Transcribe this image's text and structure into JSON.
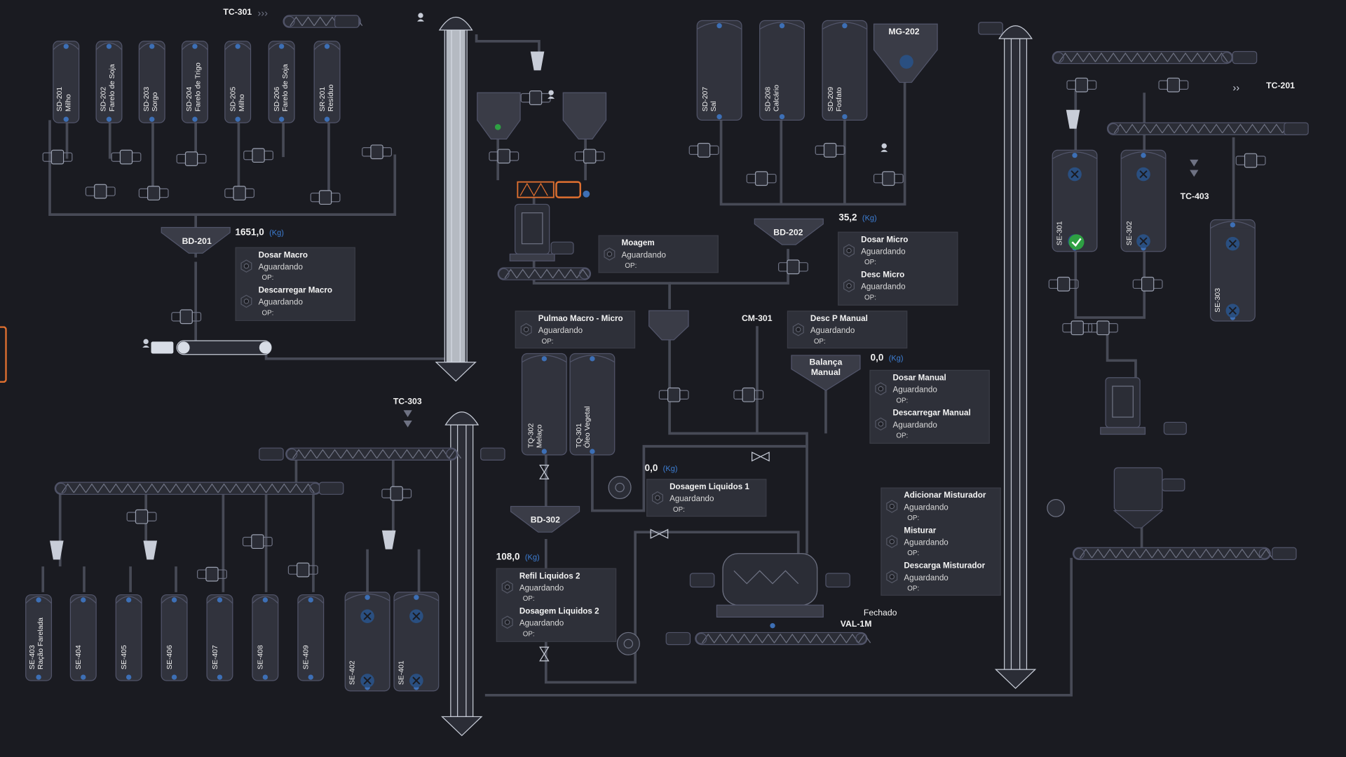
{
  "conveyor_labels": {
    "tc301": "TC-301",
    "tc303": "TC-303",
    "tc201": "TC-201",
    "tc403": "TC-403"
  },
  "silos_top": [
    {
      "code": "SD-201",
      "name": "Milho"
    },
    {
      "code": "SD-202",
      "name": "Farelo de Soja"
    },
    {
      "code": "SD-203",
      "name": "Sorgo"
    },
    {
      "code": "SD-204",
      "name": "Farelo de Trigo"
    },
    {
      "code": "SD-205",
      "name": "Milho"
    },
    {
      "code": "SD-206",
      "name": "Farelo de Soja"
    },
    {
      "code": "SR-201",
      "name": "Resíduo"
    },
    {
      "code": "SD-207",
      "name": "Sal"
    },
    {
      "code": "SD-208",
      "name": "Calcário"
    },
    {
      "code": "SD-209",
      "name": "Fosfato"
    }
  ],
  "tanks": [
    {
      "code": "TQ-302",
      "name": "Melaço"
    },
    {
      "code": "TQ-301",
      "name": "Óleo Vegetal"
    }
  ],
  "silos_se_right": [
    {
      "code": "SE-301"
    },
    {
      "code": "SE-302"
    },
    {
      "code": "SE-303"
    }
  ],
  "silos_se_bottom": [
    {
      "code": "SE-403",
      "name": "Ração Farelada"
    },
    {
      "code": "SE-404",
      "name": ""
    },
    {
      "code": "SE-405",
      "name": ""
    },
    {
      "code": "SE-406",
      "name": ""
    },
    {
      "code": "SE-407",
      "name": ""
    },
    {
      "code": "SE-408",
      "name": ""
    },
    {
      "code": "SE-409",
      "name": ""
    },
    {
      "code": "SE-402",
      "name": ""
    },
    {
      "code": "SE-401",
      "name": ""
    }
  ],
  "equipment": {
    "mg202": "MG-202",
    "bd201": "BD-201",
    "bd202": "BD-202",
    "bd302": "BD-302",
    "cm301": "CM-301",
    "balanca": "Balança Manual",
    "val1m": "VAL-1M",
    "val1m_state": "Fechado"
  },
  "weights": {
    "bd201": {
      "value": "1651,0",
      "unit": "(Kg)"
    },
    "bd202": {
      "value": "35,2",
      "unit": "(Kg)"
    },
    "balanca": {
      "value": "0,0",
      "unit": "(Kg)"
    },
    "liquidos1": {
      "value": "0,0",
      "unit": "(Kg)"
    },
    "bd302": {
      "value": "108,0",
      "unit": "(Kg)"
    }
  },
  "panels": {
    "macro": [
      {
        "title": "Dosar Macro",
        "status": "Aguardando",
        "op": "OP:"
      },
      {
        "title": "Descarregar Macro",
        "status": "Aguardando",
        "op": "OP:"
      }
    ],
    "moagem": [
      {
        "title": "Moagem",
        "status": "Aguardando",
        "op": "OP:"
      }
    ],
    "micro": [
      {
        "title": "Dosar Micro",
        "status": "Aguardando",
        "op": "OP:"
      },
      {
        "title": "Desc Micro",
        "status": "Aguardando",
        "op": "OP:"
      }
    ],
    "pulmao": [
      {
        "title": "Pulmao Macro - Micro",
        "status": "Aguardando",
        "op": "OP:"
      }
    ],
    "descp": [
      {
        "title": "Desc P Manual",
        "status": "Aguardando",
        "op": "OP:"
      }
    ],
    "manual": [
      {
        "title": "Dosar Manual",
        "status": "Aguardando",
        "op": "OP:"
      },
      {
        "title": "Descarregar Manual",
        "status": "Aguardando",
        "op": "OP:"
      }
    ],
    "liq1": [
      {
        "title": "Dosagem Liquidos 1",
        "status": "Aguardando",
        "op": "OP:"
      }
    ],
    "liq2": [
      {
        "title": "Refil Liquidos 2",
        "status": "Aguardando",
        "op": "OP:"
      },
      {
        "title": "Dosagem Liquidos 2",
        "status": "Aguardando",
        "op": "OP:"
      }
    ],
    "mist": [
      {
        "title": "Adicionar Misturador",
        "status": "Aguardando",
        "op": "OP:"
      },
      {
        "title": "Misturar",
        "status": "Aguardando",
        "op": "OP:"
      },
      {
        "title": "Descarga Misturador",
        "status": "Aguardando",
        "op": "OP:"
      }
    ]
  },
  "colors": {
    "background": "#1a1b21",
    "equipment": "#31333d",
    "line": "#474a56",
    "accent": "#e07030",
    "ok": "#2ea043",
    "blue": "#3d7fd6"
  }
}
